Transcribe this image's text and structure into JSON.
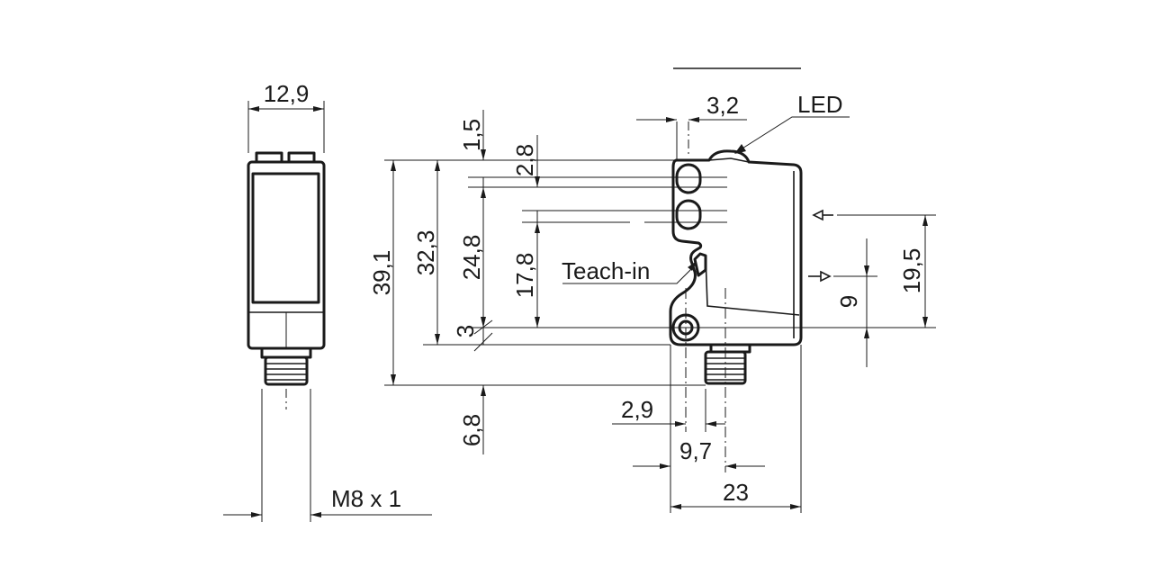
{
  "front_view": {
    "width_label": "12,9",
    "thread_label": "M8 x 1"
  },
  "side_view": {
    "led_label": "LED",
    "teach_label": "Teach-in",
    "vertical_dims": {
      "total_height": "39,1",
      "housing_height": "32,3",
      "led_to_hole": "24,8",
      "teach_to_hole": "17,8",
      "top_offset": "1,5",
      "lens_pitch": "2,8",
      "hole_offset": "3",
      "connector_length": "6,8"
    },
    "horizontal_dims": {
      "lens_offset": "3,2",
      "connector_offset": "2,9",
      "connector_center": "9,7",
      "total_depth": "23"
    },
    "optical_axis_dims": {
      "emitter_height": "19,5",
      "receiver_height": "9"
    }
  }
}
